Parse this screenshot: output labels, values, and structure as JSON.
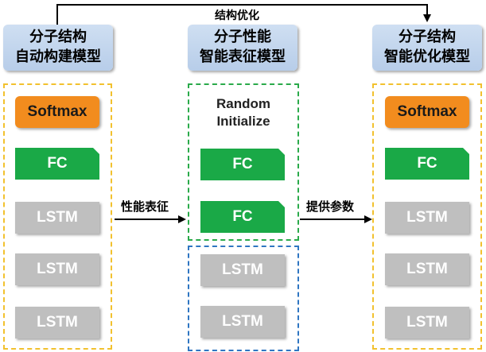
{
  "top_label": "结构优化",
  "columns": {
    "left": {
      "title_line1": "分子结构",
      "title_line2": "自动构建模型",
      "blocks": [
        "Softmax",
        "FC",
        "LSTM",
        "LSTM",
        "LSTM"
      ]
    },
    "middle": {
      "title_line1": "分子性能",
      "title_line2": "智能表征模型",
      "random_line1": "Random",
      "random_line2": "Initialize",
      "blocks": [
        "FC",
        "FC",
        "LSTM",
        "LSTM"
      ]
    },
    "right": {
      "title_line1": "分子结构",
      "title_line2": "智能优化模型",
      "blocks": [
        "Softmax",
        "FC",
        "LSTM",
        "LSTM",
        "LSTM"
      ]
    }
  },
  "arrows": {
    "left_to_middle": "性能表征",
    "middle_to_right": "提供参数"
  },
  "colors": {
    "title_bg": "#c5d7ee",
    "softmax": "#f28c1e",
    "fc": "#1aa947",
    "lstm": "#bfbfbf",
    "frame_yellow": "#f2c12e",
    "frame_green": "#2aaa4a",
    "frame_blue": "#2f76c2"
  }
}
